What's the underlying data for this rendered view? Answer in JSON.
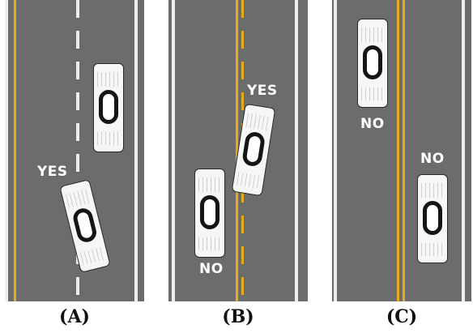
{
  "panels": [
    {
      "caption": "(A)",
      "labels": [
        "YES"
      ]
    },
    {
      "caption": "(B)",
      "labels": [
        "YES",
        "NO"
      ]
    },
    {
      "caption": "(C)",
      "labels": [
        "NO",
        "NO"
      ]
    }
  ],
  "colors": {
    "road": "#6c6c6c",
    "yellow_line": "#e7a81c",
    "white_line": "#eeeeee",
    "car_body": "#f6f6f6"
  }
}
